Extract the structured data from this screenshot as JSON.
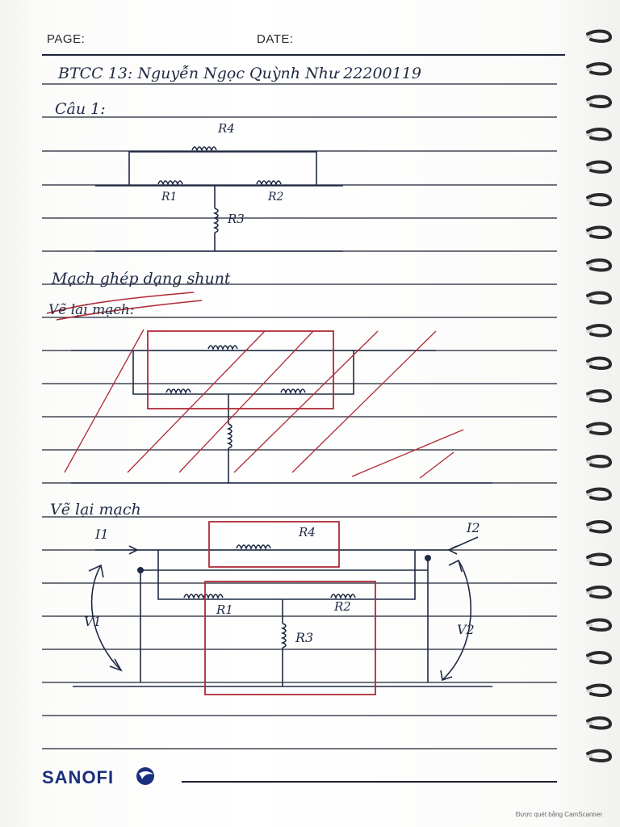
{
  "header": {
    "page_label": "PAGE:",
    "date_label": "DATE:"
  },
  "title": "BTCC 13:  Nguyễn Ngọc Quỳnh Như  22200119",
  "question": "Câu 1:",
  "circuit1": {
    "r4": "R4",
    "r1": "R1",
    "r2": "R2",
    "r3": "R3"
  },
  "notes": {
    "shunt": "Mạch ghép dạng shunt",
    "redraw_crossed": "Vẽ lại mạch:",
    "redraw": "Vẽ lại mạch"
  },
  "circuit3": {
    "i1": "I1",
    "i2": "I2",
    "v1": "V1",
    "v2": "V2",
    "r4": "R4",
    "r1": "R1",
    "r2": "R2",
    "r3": "R3"
  },
  "footer": {
    "brand": "SANOFI",
    "scanner_note": "Được quét bằng CamScanner"
  },
  "colors": {
    "ink": "#1f2a44",
    "red_ink": "#b02a36",
    "rule": "#1d2333",
    "brand": "#1c2f7d"
  }
}
